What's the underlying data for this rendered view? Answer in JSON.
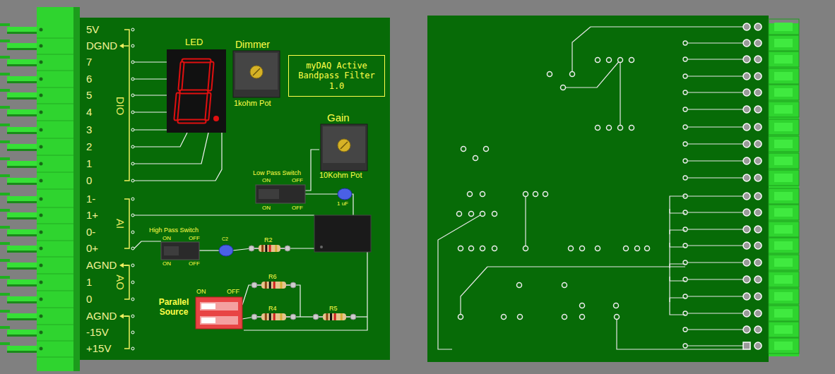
{
  "diagram": {
    "nodes": [
      {
        "text": [
          "myDAQ Active Bandpass Filter 1.0"
        ]
      }
    ],
    "labels": [
      "5V",
      "DGND",
      "7",
      "6",
      "5",
      "4",
      "3",
      "2",
      "1",
      "0",
      "DIO",
      "1-",
      "1+",
      "0-",
      "0+",
      "AGND",
      "1",
      "0",
      "AI",
      "AO",
      "AGND",
      "-15V",
      "+15V",
      "LED",
      "Dimmer",
      "1kohm Pot",
      "Gain",
      "10Kohm Pot",
      "Low Pass Switch",
      "ON",
      "OFF",
      "ON",
      "OFF",
      "1 uF",
      "High Pass Switch",
      "ON",
      "OFF",
      "ON",
      "OFF",
      "C2",
      "R2",
      "R6",
      "R4",
      "R5",
      "ON",
      "OFF",
      "Parallel Source"
    ]
  }
}
